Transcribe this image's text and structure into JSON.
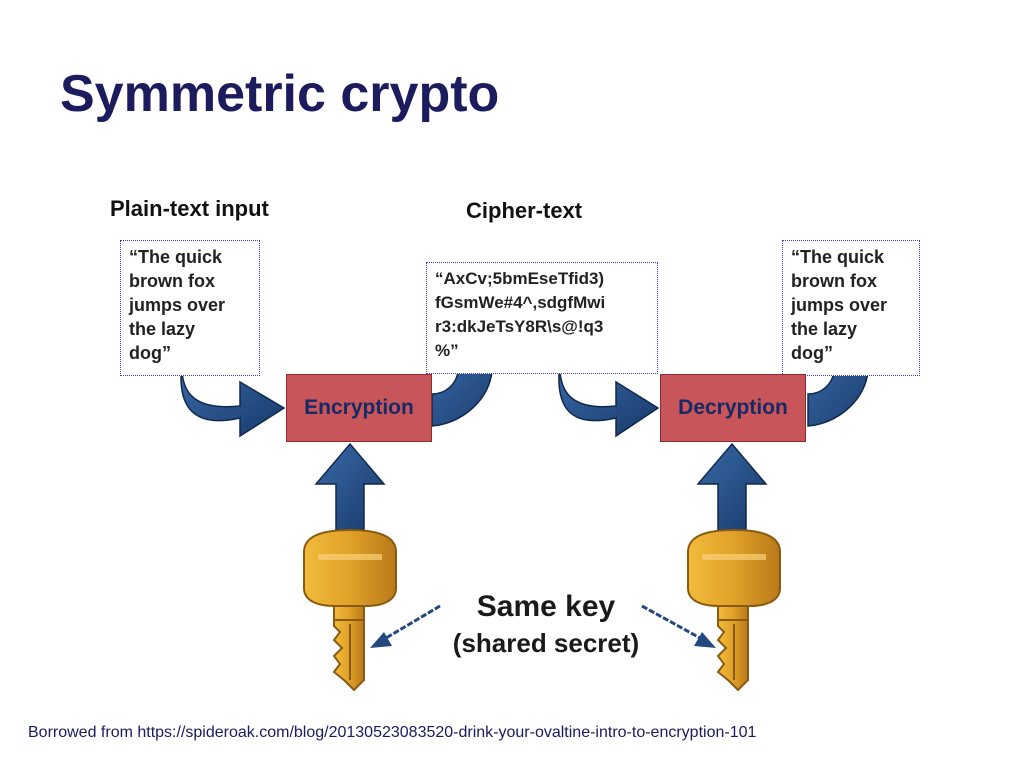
{
  "slide": {
    "title": "Symmetric crypto",
    "footer": "Borrowed from https://spideroak.com/blog/20130523083520-drink-your-ovaltine-intro-to-encryption-101"
  },
  "diagram": {
    "plaintext_label": "Plain-text input",
    "ciphertext_label": "Cipher-text",
    "plaintext": "“The quick\nbrown fox\njumps over\nthe lazy\ndog”",
    "ciphertext": "“AxCv;5bmEseTfid3)\nfGsmWe#4^,sdgfMwi\nr3:dkJeTsY8R\\s@!q3\n%”",
    "decrypted": "“The quick\nbrown fox\njumps over\nthe lazy\ndog”",
    "encryption_label": "Encryption",
    "decryption_label": "Decryption",
    "key_caption_line1": "Same key",
    "key_caption_line2": "(shared secret)",
    "colors": {
      "arrow": "#24497f",
      "process_box": "#c8555a",
      "key": "#d9991f",
      "title": "#1b1b5e"
    },
    "icons": [
      "key-icon",
      "curved-arrow-icon",
      "up-arrow-icon",
      "pointer-arrow-icon"
    ]
  }
}
